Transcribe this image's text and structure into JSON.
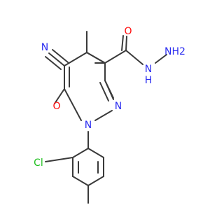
{
  "molecule": {
    "atoms": {
      "nitrile_n": {
        "text": "N",
        "color": "#2a2cf0"
      },
      "ketone_o": {
        "text": "O",
        "color": "#ff0d0d"
      },
      "ring_n1": {
        "text": "N",
        "color": "#2a2cf0"
      },
      "ring_n2": {
        "text": "N",
        "color": "#2a2cf0"
      },
      "amide_o": {
        "text": "O",
        "color": "#ff0d0d"
      },
      "amide_nh": {
        "text": "N",
        "color": "#2a2cf0"
      },
      "amide_h": {
        "text": "H",
        "color": "#2a2cf0"
      },
      "hydrazine": {
        "text": "NH2",
        "color": "#2a2cf0"
      },
      "chlorine": {
        "text": "Cl",
        "color": "#1fc01f"
      }
    },
    "bond_color": "#3a3a3a"
  }
}
